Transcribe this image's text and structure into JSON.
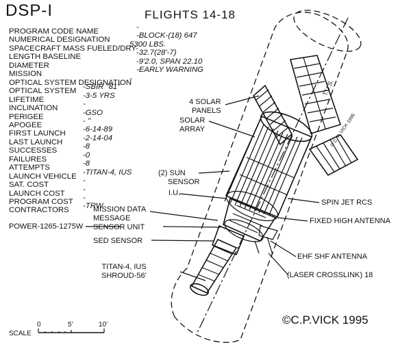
{
  "title": "DSP-I",
  "subtitle": "FLIGHTS 14-18",
  "specs": [
    {
      "label": "PROGRAM CODE NAME",
      "value": "-"
    },
    {
      "label": "NUMERICAL DESIGNATION",
      "value": "-BLOCK-(18) 647"
    },
    {
      "label": "SPACECRAFT MASS FUELED/DRY-",
      "value": "5300 LBS."
    },
    {
      "label": "LENGTH BASELINE",
      "value": "-32.7(28'-7)"
    },
    {
      "label": "DIAMETER",
      "value": "-9'2.0, SPAN 22.10"
    },
    {
      "label": "MISSION",
      "value": "-EARLY WARNING"
    },
    {
      "label": "OPTICAL SYSTEM DESIGNATION",
      "value": "-"
    },
    {
      "label": "OPTICAL SYSTEM",
      "value": "-SBIR \"81\""
    },
    {
      "label": "LIFETIME",
      "value": "-3-5 YRS"
    },
    {
      "label": "INCLINATION",
      "value": "-"
    },
    {
      "label": "PERIGEE",
      "value": "-GSO"
    },
    {
      "label": "APOGEE",
      "value": "- \""
    },
    {
      "label": "FIRST LAUNCH",
      "value": "-6-14-89"
    },
    {
      "label": "LAST LAUNCH",
      "value": "-2-14-04"
    },
    {
      "label": "SUCCESSES",
      "value": "-8"
    },
    {
      "label": "FAILURES",
      "value": "-0"
    },
    {
      "label": "ATTEMPTS",
      "value": "-8"
    },
    {
      "label": "LAUNCH VEHICLE",
      "value": "-TITAN-4, IUS"
    },
    {
      "label": "SAT. COST",
      "value": "-"
    },
    {
      "label": "LAUNCH COST",
      "value": "-"
    },
    {
      "label": "PROGRAM COST",
      "value": "-"
    },
    {
      "label": "CONTRACTORS",
      "value": "-TRW"
    }
  ],
  "callouts": {
    "solar_panels": "4 SOLAR PANELS",
    "solar_panels_l1": "4 SOLAR",
    "solar_panels_l2": "PANELS",
    "solar_array_l1": "SOLAR",
    "solar_array_l2": "ARRAY",
    "sun_sensor_l1": "(2) SUN",
    "sun_sensor_l2": "SENSOR",
    "iu": "I.U.",
    "mission_data_l1": "MISSION DATA",
    "mission_data_l2": "MESSAGE",
    "power": "POWER-1265-1275W",
    "sensor_unit": "SENSOR UNIT",
    "sed_sensor": "SED SENSOR",
    "titan_l1": "TITAN-4, IUS",
    "titan_l2": "SHROUD-56'",
    "spin_jet": "SPIN JET RCS",
    "fixed_high": "FIXED HIGH ANTENNA",
    "ehf": "EHF SHF ANTENNA",
    "laser": "(LASER CROSSLINK) 18",
    "tus": "T.U.S.",
    "signature": "© C. P. VICK 1995"
  },
  "credit": "©C.P.VICK 1995",
  "scale": {
    "label": "SCALE",
    "ticks": [
      "0",
      "5'",
      "10'"
    ]
  }
}
